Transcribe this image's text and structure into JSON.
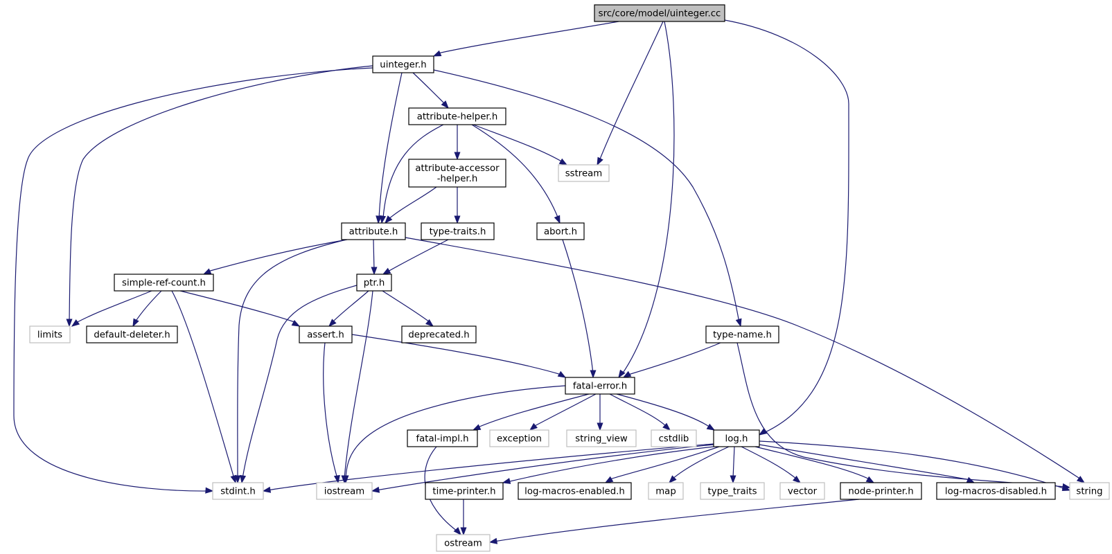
{
  "graph": {
    "title": "src/core/model/uinteger.cc",
    "colors": {
      "edge": "#191970",
      "root_fill": "#bfbfbf",
      "system_border": "#bfbfbf",
      "node_border": "#000000"
    },
    "nodes": [
      {
        "id": "uinteger-cc",
        "label": "src/core/model/uinteger.cc",
        "kind": "root"
      },
      {
        "id": "uinteger-h",
        "label": "uinteger.h",
        "kind": "local"
      },
      {
        "id": "sstream",
        "label": "sstream",
        "kind": "system"
      },
      {
        "id": "fatal-error-h",
        "label": "fatal-error.h",
        "kind": "local"
      },
      {
        "id": "log-h",
        "label": "log.h",
        "kind": "local"
      },
      {
        "id": "attribute-helper-h",
        "label": "attribute-helper.h",
        "kind": "local"
      },
      {
        "id": "attribute-h",
        "label": "attribute.h",
        "kind": "local"
      },
      {
        "id": "type-name-h",
        "label": "type-name.h",
        "kind": "local"
      },
      {
        "id": "limits",
        "label": "limits",
        "kind": "system"
      },
      {
        "id": "stdint-h",
        "label": "stdint.h",
        "kind": "system"
      },
      {
        "id": "attribute-accessor-helper-h",
        "label": [
          "attribute-accessor",
          "-helper.h"
        ],
        "kind": "local"
      },
      {
        "id": "abort-h",
        "label": "abort.h",
        "kind": "local"
      },
      {
        "id": "type-traits-h",
        "label": "type-traits.h",
        "kind": "local"
      },
      {
        "id": "simple-ref-count-h",
        "label": "simple-ref-count.h",
        "kind": "local"
      },
      {
        "id": "ptr-h",
        "label": "ptr.h",
        "kind": "local"
      },
      {
        "id": "string",
        "label": "string",
        "kind": "system"
      },
      {
        "id": "default-deleter-h",
        "label": "default-deleter.h",
        "kind": "local"
      },
      {
        "id": "assert-h",
        "label": "assert.h",
        "kind": "local"
      },
      {
        "id": "deprecated-h",
        "label": "deprecated.h",
        "kind": "local"
      },
      {
        "id": "iostream",
        "label": "iostream",
        "kind": "system"
      },
      {
        "id": "fatal-impl-h",
        "label": "fatal-impl.h",
        "kind": "local"
      },
      {
        "id": "exception",
        "label": "exception",
        "kind": "system"
      },
      {
        "id": "string_view",
        "label": "string_view",
        "kind": "system"
      },
      {
        "id": "cstdlib",
        "label": "cstdlib",
        "kind": "system"
      },
      {
        "id": "ostream",
        "label": "ostream",
        "kind": "system"
      },
      {
        "id": "time-printer-h",
        "label": "time-printer.h",
        "kind": "local"
      },
      {
        "id": "log-macros-enabled-h",
        "label": "log-macros-enabled.h",
        "kind": "local"
      },
      {
        "id": "map",
        "label": "map",
        "kind": "system"
      },
      {
        "id": "type_traits",
        "label": "type_traits",
        "kind": "system"
      },
      {
        "id": "vector",
        "label": "vector",
        "kind": "system"
      },
      {
        "id": "node-printer-h",
        "label": "node-printer.h",
        "kind": "local"
      },
      {
        "id": "log-macros-disabled-h",
        "label": "log-macros-disabled.h",
        "kind": "local"
      }
    ],
    "edges": [
      {
        "from": "uinteger-cc",
        "to": "uinteger-h"
      },
      {
        "from": "uinteger-cc",
        "to": "sstream"
      },
      {
        "from": "uinteger-cc",
        "to": "fatal-error-h"
      },
      {
        "from": "uinteger-cc",
        "to": "log-h"
      },
      {
        "from": "uinteger-h",
        "to": "attribute-helper-h"
      },
      {
        "from": "uinteger-h",
        "to": "attribute-h"
      },
      {
        "from": "uinteger-h",
        "to": "type-name-h"
      },
      {
        "from": "uinteger-h",
        "to": "limits"
      },
      {
        "from": "uinteger-h",
        "to": "stdint-h"
      },
      {
        "from": "attribute-helper-h",
        "to": "attribute-accessor-helper-h"
      },
      {
        "from": "attribute-helper-h",
        "to": "attribute-h"
      },
      {
        "from": "attribute-helper-h",
        "to": "abort-h"
      },
      {
        "from": "attribute-helper-h",
        "to": "sstream"
      },
      {
        "from": "attribute-accessor-helper-h",
        "to": "attribute-h"
      },
      {
        "from": "attribute-accessor-helper-h",
        "to": "type-traits-h"
      },
      {
        "from": "attribute-h",
        "to": "simple-ref-count-h"
      },
      {
        "from": "attribute-h",
        "to": "ptr-h"
      },
      {
        "from": "attribute-h",
        "to": "stdint-h"
      },
      {
        "from": "attribute-h",
        "to": "string"
      },
      {
        "from": "type-traits-h",
        "to": "ptr-h"
      },
      {
        "from": "abort-h",
        "to": "fatal-error-h"
      },
      {
        "from": "simple-ref-count-h",
        "to": "limits"
      },
      {
        "from": "simple-ref-count-h",
        "to": "default-deleter-h"
      },
      {
        "from": "simple-ref-count-h",
        "to": "assert-h"
      },
      {
        "from": "simple-ref-count-h",
        "to": "stdint-h"
      },
      {
        "from": "ptr-h",
        "to": "assert-h"
      },
      {
        "from": "ptr-h",
        "to": "deprecated-h"
      },
      {
        "from": "ptr-h",
        "to": "iostream"
      },
      {
        "from": "ptr-h",
        "to": "stdint-h"
      },
      {
        "from": "assert-h",
        "to": "fatal-error-h"
      },
      {
        "from": "assert-h",
        "to": "iostream"
      },
      {
        "from": "type-name-h",
        "to": "fatal-error-h"
      },
      {
        "from": "type-name-h",
        "to": "string"
      },
      {
        "from": "fatal-error-h",
        "to": "fatal-impl-h"
      },
      {
        "from": "fatal-error-h",
        "to": "exception"
      },
      {
        "from": "fatal-error-h",
        "to": "string_view"
      },
      {
        "from": "fatal-error-h",
        "to": "cstdlib"
      },
      {
        "from": "fatal-error-h",
        "to": "log-h"
      },
      {
        "from": "fatal-error-h",
        "to": "iostream"
      },
      {
        "from": "fatal-impl-h",
        "to": "ostream"
      },
      {
        "from": "log-h",
        "to": "stdint-h"
      },
      {
        "from": "log-h",
        "to": "iostream"
      },
      {
        "from": "log-h",
        "to": "time-printer-h"
      },
      {
        "from": "log-h",
        "to": "log-macros-enabled-h"
      },
      {
        "from": "log-h",
        "to": "map"
      },
      {
        "from": "log-h",
        "to": "type_traits"
      },
      {
        "from": "log-h",
        "to": "vector"
      },
      {
        "from": "log-h",
        "to": "node-printer-h"
      },
      {
        "from": "log-h",
        "to": "log-macros-disabled-h"
      },
      {
        "from": "log-h",
        "to": "string"
      },
      {
        "from": "time-printer-h",
        "to": "ostream"
      },
      {
        "from": "node-printer-h",
        "to": "ostream"
      }
    ]
  }
}
